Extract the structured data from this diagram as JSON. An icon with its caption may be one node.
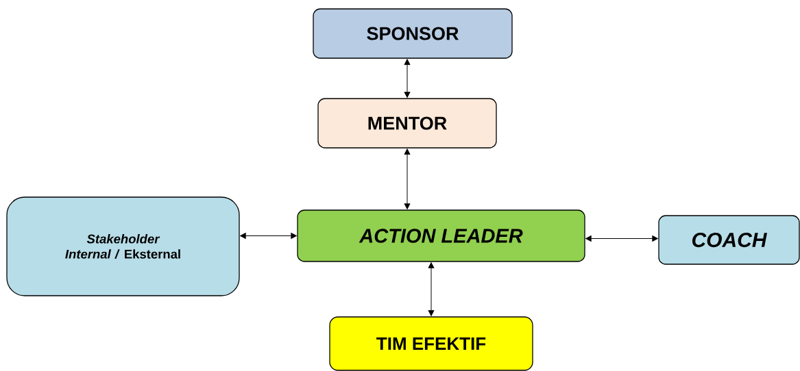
{
  "diagram": {
    "nodes": [
      {
        "text": [
          "SPONSOR"
        ]
      },
      {
        "text": [
          "MENTOR"
        ]
      },
      {
        "text": [
          "*Stakeholder Internal /* Eksternal"
        ]
      },
      {
        "text": [
          "ACTION LEADER"
        ]
      },
      {
        "text": [
          "COACH"
        ]
      },
      {
        "text": [
          "TIM EFEKTIF"
        ]
      }
    ],
    "edges": [
      {
        "from": 0,
        "to": 1,
        "arrow": "both"
      },
      {
        "from": 1,
        "to": 3,
        "arrow": "both"
      },
      {
        "from": 2,
        "to": 3,
        "arrow": "both"
      },
      {
        "from": 3,
        "to": 4,
        "arrow": "both"
      },
      {
        "from": 3,
        "to": 5,
        "arrow": "both"
      }
    ]
  }
}
